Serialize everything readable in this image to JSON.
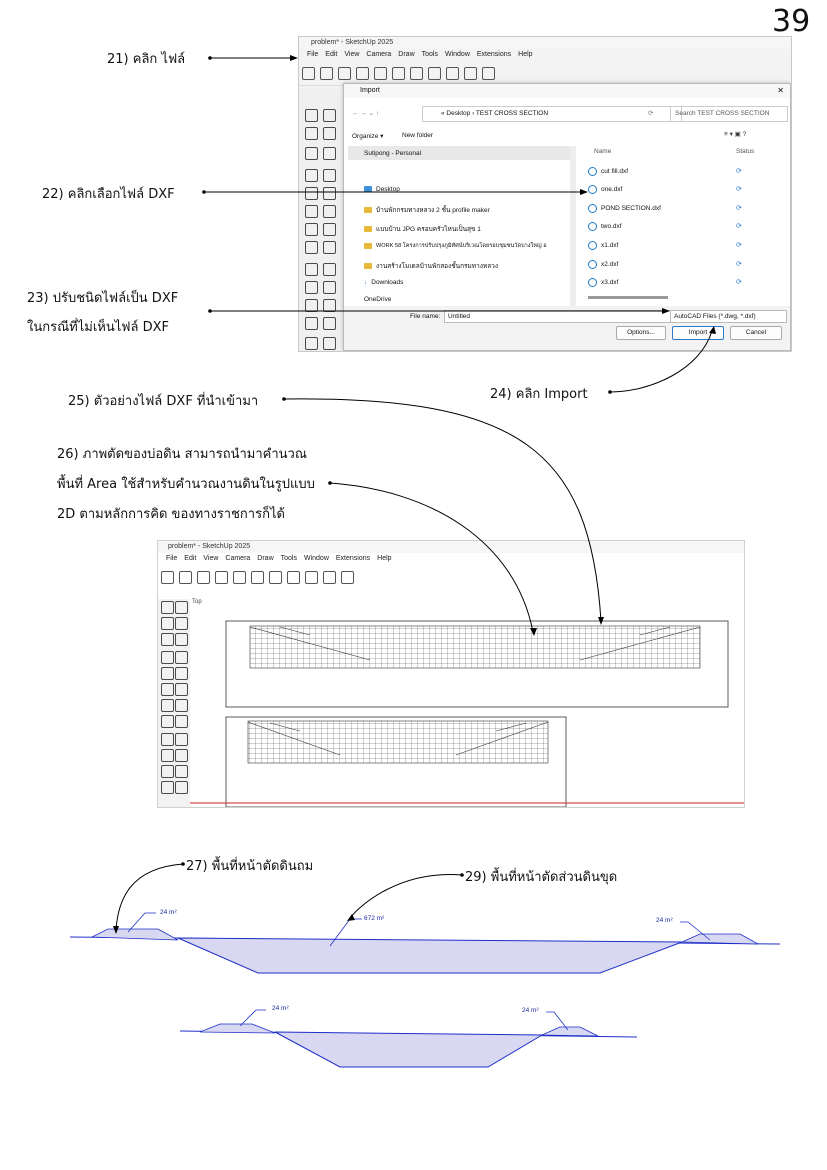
{
  "page_number": "39",
  "annotations": {
    "a21": "21) คลิก ไฟล์",
    "a22": "22) คลิกเลือกไฟล์ DXF",
    "a23_line1": "23) ปรับชนิดไฟล์เป็น DXF",
    "a23_line2": "ในกรณีที่ไม่เห็นไฟล์ DXF",
    "a24": "24) คลิก Import",
    "a25": "25) ตัวอย่างไฟล์ DXF ที่นำเข้ามา",
    "a26_line1": "26) ภาพตัดของบ่อดิน สามารถนำมาคำนวณ",
    "a26_line2": "พื้นที่ Area ใช้สำหรับคำนวณงานดินในรูปแบบ",
    "a26_line3": "2D ตามหลักการคิด ของทางราชการก็ได้",
    "a27": "27) พื้นที่หน้าตัดดินถม",
    "a29": "29) พื้นที่หน้าตัดส่วนดินขุด"
  },
  "sketchup1": {
    "title": "problem* - SketchUp 2025",
    "menu": [
      "File",
      "Edit",
      "View",
      "Camera",
      "Draw",
      "Tools",
      "Window",
      "Extensions",
      "Help"
    ],
    "dialog": {
      "title": "Import",
      "close": "✕",
      "address": "«  Desktop  ›  TEST CROSS SECTION",
      "search_placeholder": "Search TEST CROSS SECTION",
      "organize": "Organize ▾",
      "new_folder": "New folder",
      "nav_items": [
        "Sutipong - Personal",
        "Desktop",
        "บ้านพักกรมทางหลวง 2 ชั้น profile maker",
        "แบบบ้าน JPG ครอบครัวไหนเป็นสุข 1",
        "WORK 58 โครงการปรับปรุงภูมิทัศน์บริเวณโดยรอบชุมชนวัดบางใหญ่ อ",
        "งานสร้างโมเดลบ้านพักสองชั้นกรมทางหลวง",
        "Downloads",
        "OneDrive"
      ],
      "col_name": "Name",
      "col_status": "Status",
      "files": [
        "cut fill.dxf",
        "one.dxf",
        "POND SECTION.dxf",
        "two.dxf",
        "x1.dxf",
        "x2.dxf",
        "x3.dxf"
      ],
      "file_name_label": "File name:",
      "file_name_value": "Untitled",
      "file_type": "AutoCAD Files (*.dwg, *.dxf)",
      "options_button": "Options...",
      "import_button": "Import",
      "cancel_button": "Cancel"
    }
  },
  "sketchup2": {
    "title": "problem* - SketchUp 2025",
    "menu": [
      "File",
      "Edit",
      "View",
      "Camera",
      "Draw",
      "Tools",
      "Window",
      "Extensions",
      "Help"
    ],
    "view_label": "Top"
  },
  "cross_section": {
    "area_labels": [
      "24 m²",
      "672 m²",
      "24 m²",
      "24 m²",
      "24 m²"
    ]
  },
  "colors": {
    "section_line": "#1f2fc8",
    "section_fill": "#d8d8f2",
    "axis_red": "#cc2222"
  }
}
